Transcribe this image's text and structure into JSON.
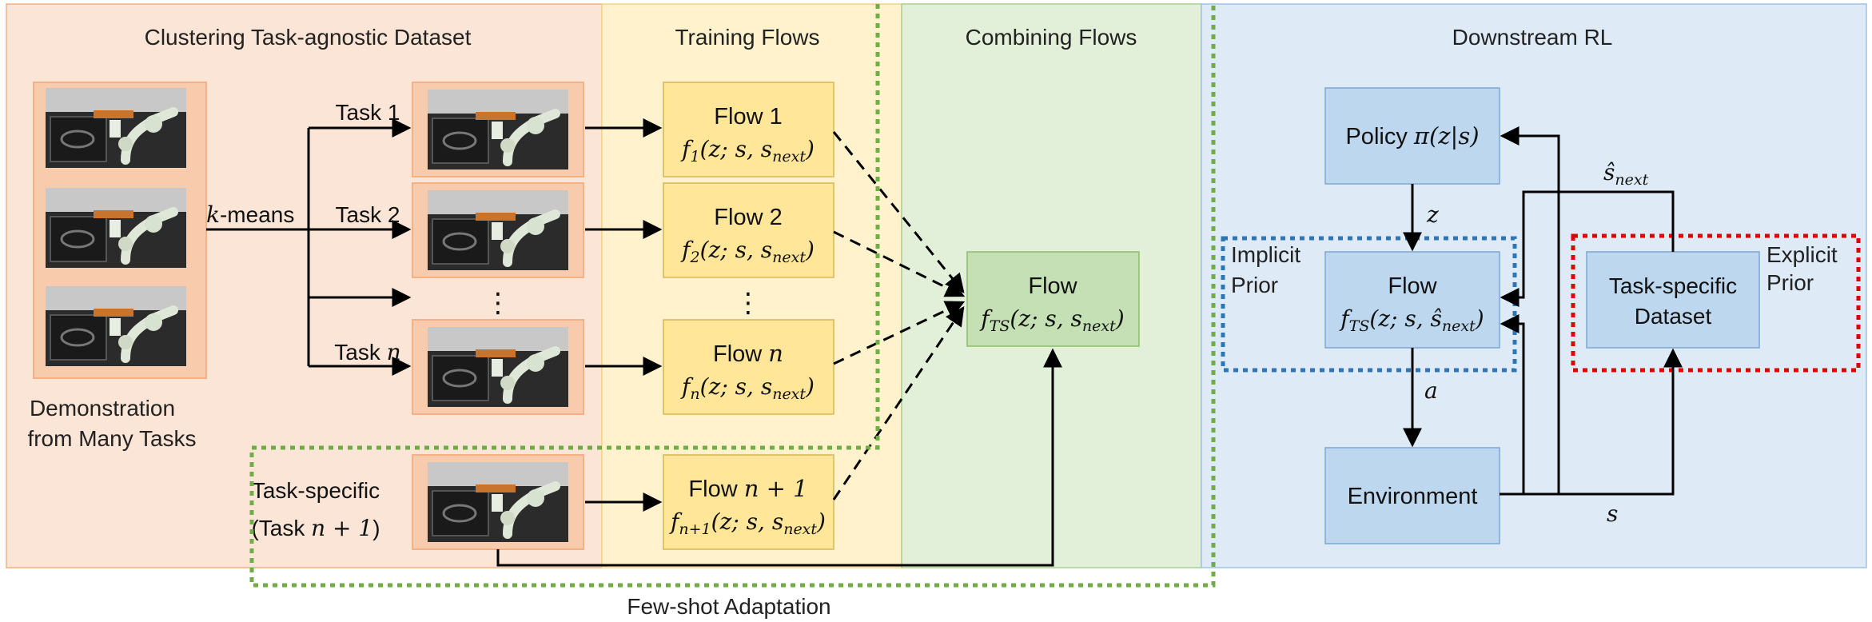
{
  "panels": {
    "clustering": {
      "title": "Clustering Task-agnostic Dataset",
      "source_caption": [
        "Demonstration",
        "from Many Tasks"
      ],
      "kmeans": {
        "k": "k",
        "suffix": "-means"
      },
      "task_labels": [
        "Task 1",
        "Task 2",
        "Task "
      ],
      "task_n_symbol": "n",
      "ellipsis": "⋮",
      "task_specific_label": [
        "Task-specific",
        "(Task "
      ],
      "task_specific_math": "n + 1",
      "task_specific_close": ")"
    },
    "training": {
      "title": "Training Flows",
      "flows": [
        {
          "name": "Flow 1",
          "fn": "f",
          "sub": "1",
          "args": "(z; s, s",
          "argsub": "next",
          "close": ")"
        },
        {
          "name": "Flow 2",
          "fn": "f",
          "sub": "2",
          "args": "(z; s, s",
          "argsub": "next",
          "close": ")"
        },
        {
          "name": "Flow n",
          "fn": "f",
          "sub": "n",
          "args": "(z; s, s",
          "argsub": "next",
          "close": ")"
        },
        {
          "name": "Flow n + 1",
          "fn": "f",
          "sub": "n+1",
          "args": "(z; s, s",
          "argsub": "next",
          "close": ")"
        }
      ],
      "ellipsis": "⋮"
    },
    "combining": {
      "title": "Combining Flows",
      "flow_name": "Flow",
      "fn": "f",
      "sub": "TS",
      "args": "(z; s, s",
      "argsub": "next",
      "close": ")"
    },
    "downstream": {
      "title": "Downstream RL",
      "policy": {
        "label": "Policy ",
        "math": "π(z|s)"
      },
      "flow": {
        "name": "Flow",
        "fn": "f",
        "sub": "TS",
        "args": "(z; s, ŝ",
        "argsub": "next",
        "close": ")"
      },
      "environment": "Environment",
      "dataset": [
        "Task-specific",
        "Dataset"
      ],
      "implicit_prior": [
        "Implicit",
        "Prior"
      ],
      "explicit_prior": [
        "Explicit",
        "Prior"
      ],
      "edge_z": "z",
      "edge_a": "a",
      "edge_s": "s",
      "edge_shat": "ŝ",
      "edge_shat_sub": "next"
    }
  },
  "few_shot_label": "Few-shot Adaptation",
  "colors": {
    "clustering_bg": "#fbe5d6",
    "training_bg": "#fff2cc",
    "combining_bg": "#e2f0d9",
    "downstream_bg": "#deebf7",
    "image_frame": "#f4b183",
    "flow_box": "#ffe699",
    "flow_box_border": "#d6b656",
    "combined_box": "#c5e0b4",
    "combined_border": "#8fbc6f",
    "rl_box": "#bdd7ee",
    "rl_border": "#7fa7d4",
    "few_shot_dash": "#70ad47",
    "implicit_dash": "#2e75b6",
    "explicit_dash": "#e00000"
  },
  "icons": [
    "robot-arm-scene-thumbnail"
  ]
}
